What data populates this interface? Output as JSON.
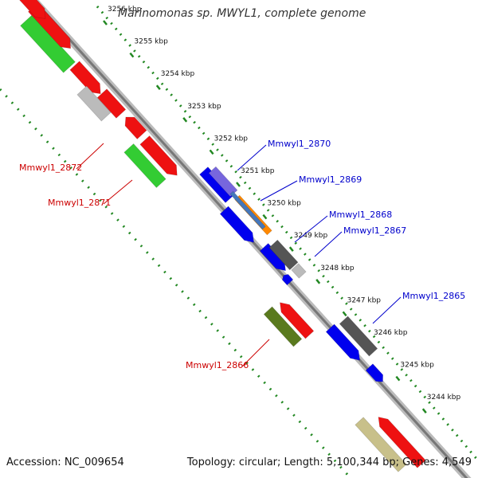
{
  "title": "Marinomonas sp. MWYL1, complete genome",
  "footer": {
    "accession": "Accession: NC_009654",
    "summary": "Topology: circular; Length: 5,100,344 bp; Genes: 4,549"
  },
  "ticks": [
    "3256 kbp",
    "3255 kbp",
    "3254 kbp",
    "3253 kbp",
    "3252 kbp",
    "3251 kbp",
    "3250 kbp",
    "3249 kbp",
    "3248 kbp",
    "3247 kbp",
    "3246 kbp",
    "3245 kbp",
    "3244 kbp"
  ],
  "gene_labels": [
    {
      "name": "Mmwyl1_2870",
      "color": "#0000cc"
    },
    {
      "name": "Mmwyl1_2869",
      "color": "#0000cc"
    },
    {
      "name": "Mmwyl1_2868",
      "color": "#0000cc"
    },
    {
      "name": "Mmwyl1_2867",
      "color": "#0000cc"
    },
    {
      "name": "Mmwyl1_2865",
      "color": "#0000cc"
    },
    {
      "name": "Mmwyl1_2872",
      "color": "#cc0000"
    },
    {
      "name": "Mmwyl1_2871",
      "color": "#cc0000"
    },
    {
      "name": "Mmwyl1_2866",
      "color": "#cc0000"
    }
  ],
  "colors": {
    "red": "#ee1111",
    "green": "#33cc33",
    "olive": "#5a7a1e",
    "khaki": "#c8c08a",
    "blue": "#0000ee",
    "purple": "#7766dd",
    "orange": "#ff8800",
    "steel": "#4477bb",
    "gray": "#555555",
    "lightgray": "#bbbbbb",
    "backbone": "#888888",
    "dots": "#228822"
  }
}
